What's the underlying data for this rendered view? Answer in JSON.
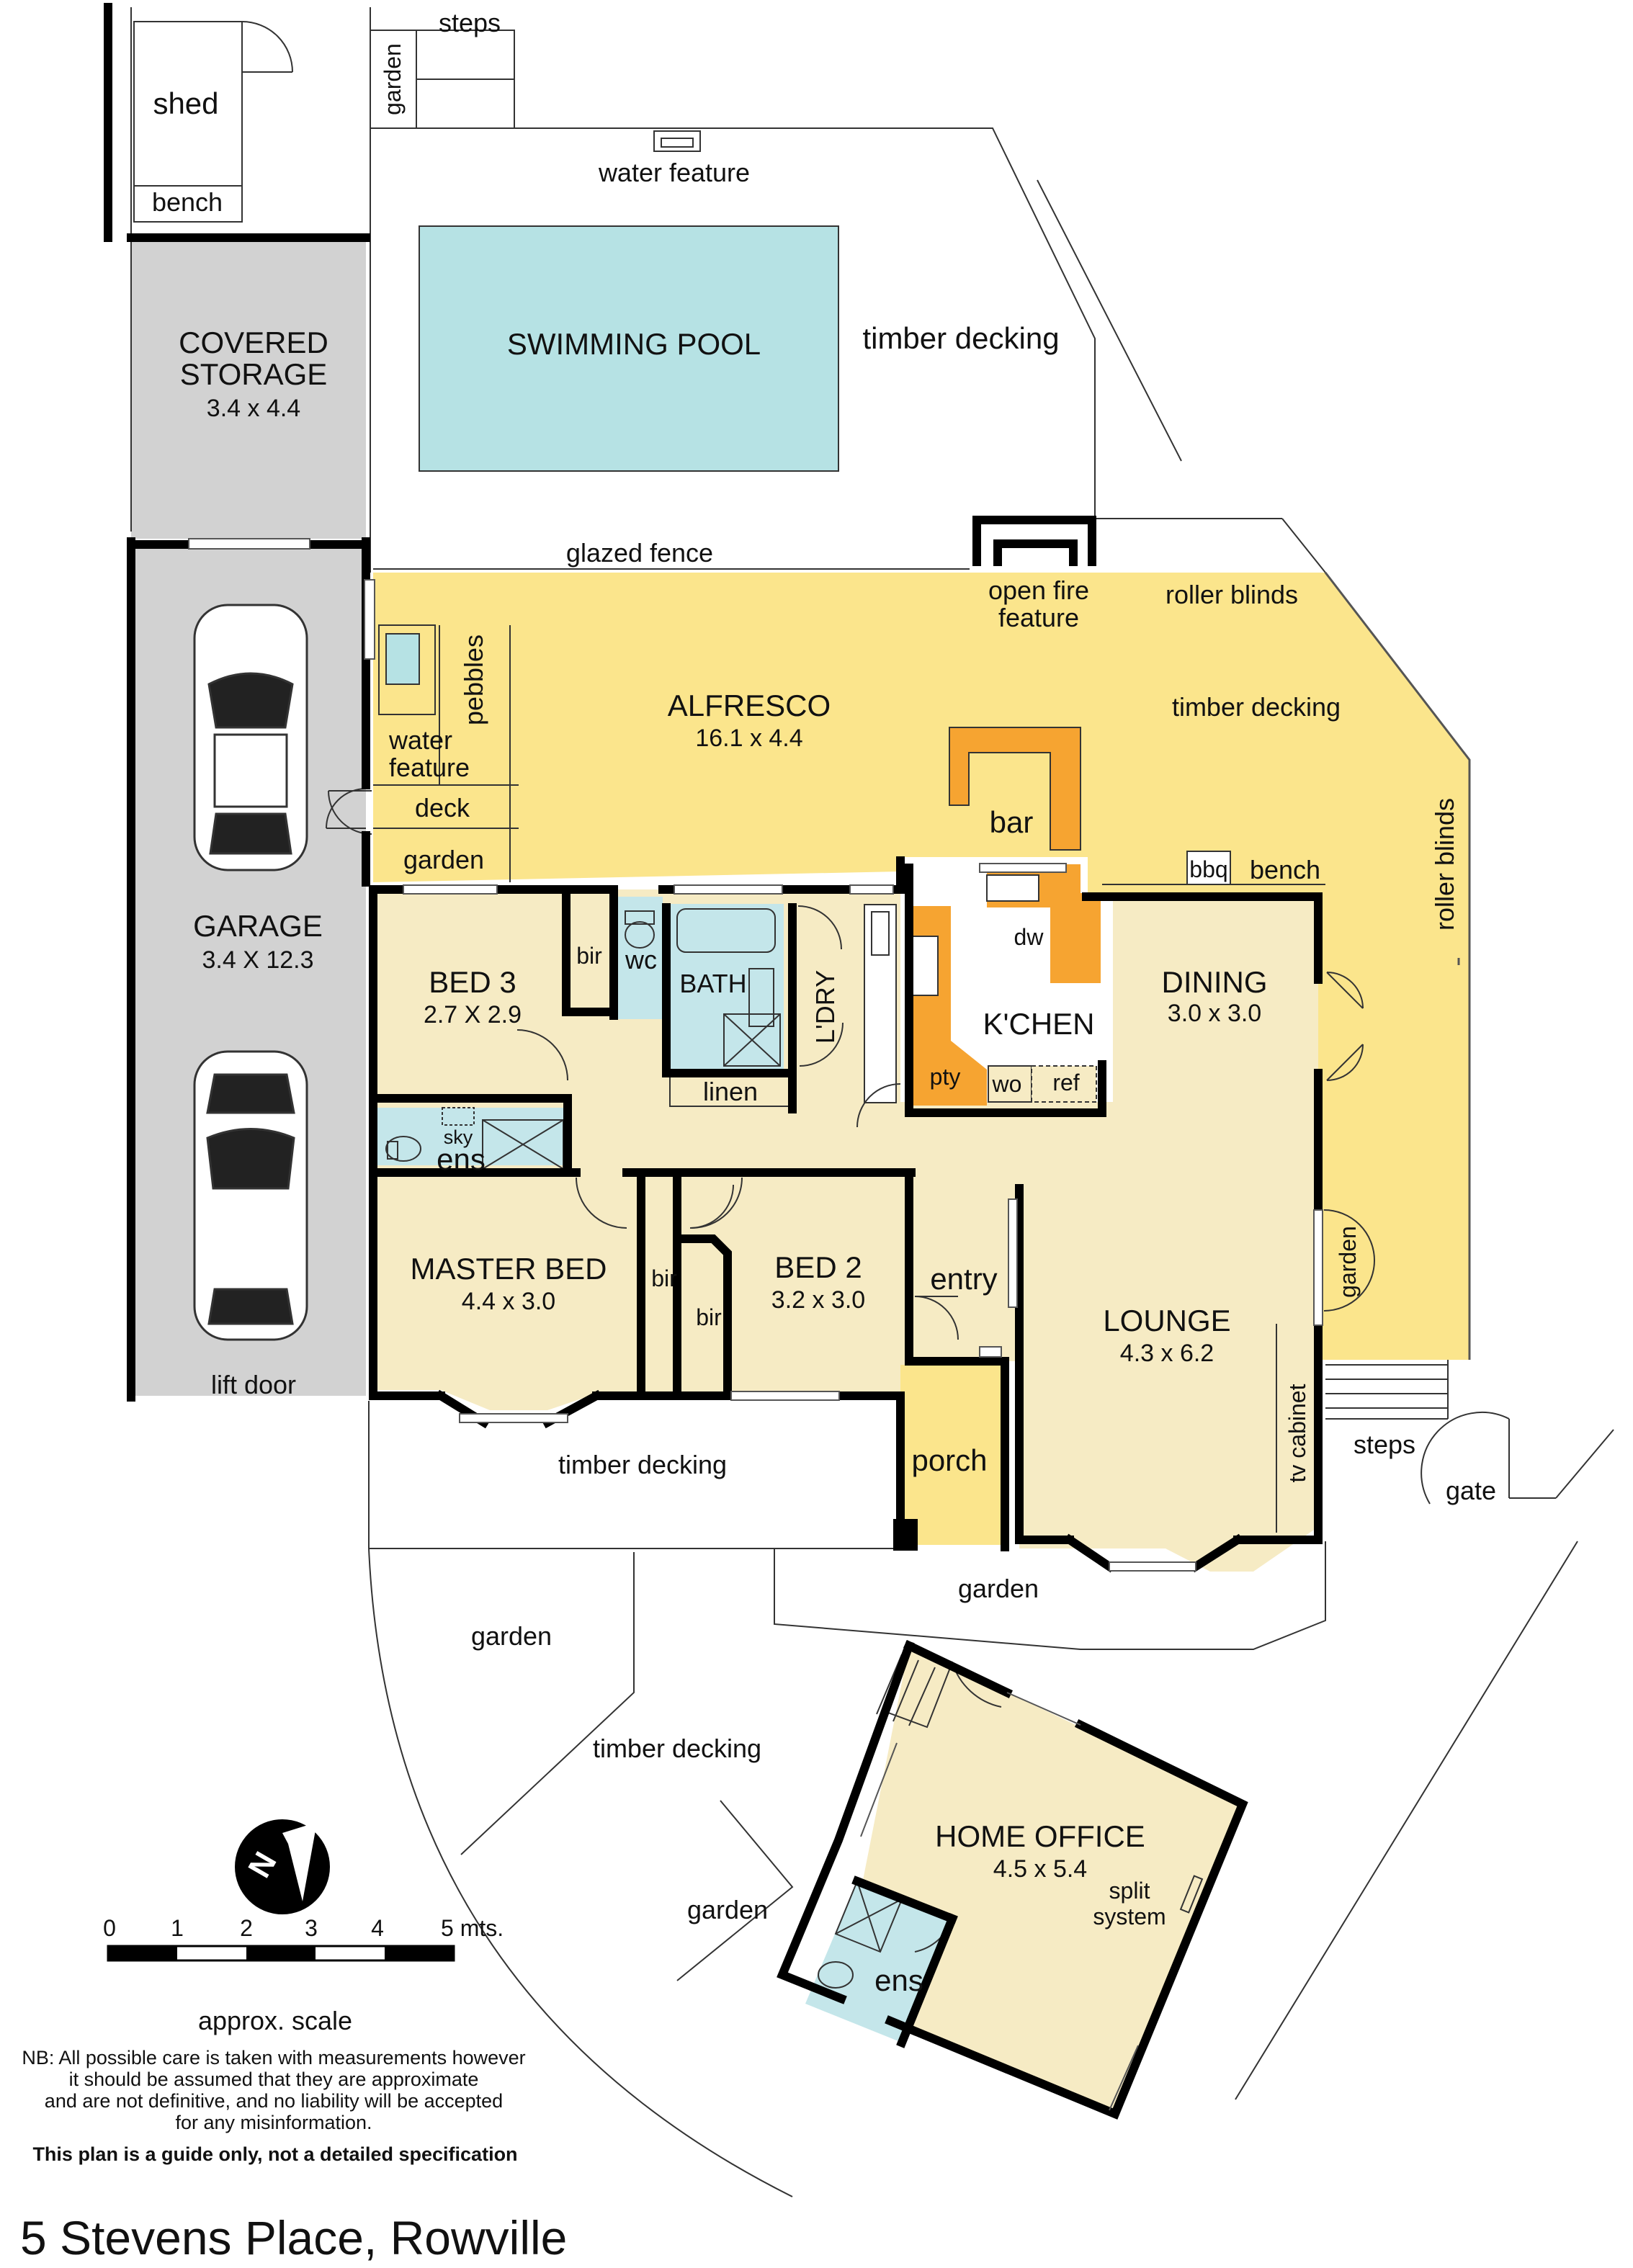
{
  "plan": {
    "address": "5 Stevens Place, Rowville",
    "colors": {
      "alfresco": "#fbe58c",
      "living": "#f6ebc4",
      "garage": "#d2d2d2",
      "pool": "#b6e2e4",
      "wet": "#c4e6ea",
      "kitchen": "#f6a431",
      "wall": "#000000"
    },
    "rooms": {
      "shed": {
        "name": "shed",
        "bench": "bench"
      },
      "covered_storage": {
        "name1": "COVERED",
        "name2": "STORAGE",
        "dim": "3.4 x 4.4"
      },
      "garage": {
        "name": "GARAGE",
        "dim": "3.4 X 12.3",
        "lift_door": "lift door"
      },
      "pool": {
        "name": "SWIMMING POOL"
      },
      "alfresco": {
        "name": "ALFRESCO",
        "dim": "16.1 x 4.4"
      },
      "bed3": {
        "name": "BED 3",
        "dim": "2.7 X 2.9"
      },
      "master": {
        "name": "MASTER BED",
        "dim": "4.4 x 3.0"
      },
      "bed2": {
        "name": "BED 2",
        "dim": "3.2 x 3.0"
      },
      "dining": {
        "name": "DINING",
        "dim": "3.0 x 3.0"
      },
      "kitchen": {
        "name": "K'CHEN"
      },
      "lounge": {
        "name": "LOUNGE",
        "dim": "4.3 x 6.2"
      },
      "office": {
        "name": "HOME OFFICE",
        "dim": "4.5 x 5.4"
      }
    },
    "labels": {
      "steps_top": "steps",
      "garden_top": "garden",
      "water_feature_top": "water feature",
      "timber_decking_pool": "timber decking",
      "glazed_fence": "glazed fence",
      "open_fire1": "open fire",
      "open_fire2": "feature",
      "roller_blinds_top": "roller blinds",
      "timber_decking_alfresco": "timber decking",
      "roller_blinds_side": "roller blinds",
      "pebbles": "pebbles",
      "water_feature_side1": "water",
      "water_feature_side2": "feature",
      "deck": "deck",
      "garden_alfresco": "garden",
      "bar": "bar",
      "bbq": "bbq",
      "bench_kitchen": "bench",
      "bir_bed3": "bir",
      "wc": "wc",
      "bath": "BATH",
      "ldry": "L'DRY",
      "linen": "linen",
      "dw": "dw",
      "pty": "pty",
      "wo": "wo",
      "ref": "ref",
      "sky": "sky",
      "ens_main": "ens",
      "bir_master": "bir",
      "bir_bed2": "bir",
      "entry": "entry",
      "garden_side": "garden",
      "tv_cabinet": "tv cabinet",
      "steps_side": "steps",
      "gate": "gate",
      "porch": "porch",
      "timber_decking_front": "timber decking",
      "garden_front": "garden",
      "garden_left": "garden",
      "timber_decking_lower": "timber decking",
      "garden_lower": "garden",
      "split1": "split",
      "split2": "system",
      "ens_office": "ens"
    },
    "scale": {
      "ticks": [
        "0",
        "1",
        "2",
        "3",
        "4",
        "5 mts."
      ],
      "caption": "approx. scale"
    },
    "notes": {
      "line1": "NB: All possible care is taken with measurements however",
      "line2": "it should be assumed that they are approximate",
      "line3": "and are not definitive, and no liability will be accepted",
      "line4": "for any misinformation.",
      "guide": "This plan is a guide only, not a detailed specification"
    },
    "compass": {
      "letter": "N"
    }
  }
}
